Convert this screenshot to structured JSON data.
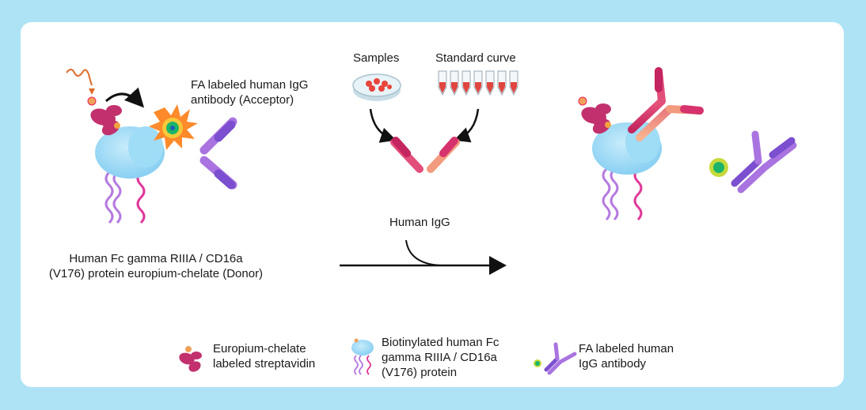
{
  "labels": {
    "acceptor": "FA labeled human IgG\nantibody (Acceptor)",
    "samples": "Samples",
    "standard_curve": "Standard curve",
    "human_igg": "Human IgG",
    "donor": "Human Fc gamma RIIIA / CD16a\n(V176) protein europium-chelate (Donor)"
  },
  "legend": [
    {
      "icon": "europium-streptavidin-icon",
      "label": "Europium-chelate\nlabeled streptavidin"
    },
    {
      "icon": "biotinylated-protein-icon",
      "label": "Biotinylated human Fc\ngamma RIIIA / CD16a\n(V176) protein"
    },
    {
      "icon": "fa-antibody-icon",
      "label": "FA labeled human\nIgG antibody"
    }
  ],
  "colors": {
    "background": "#aee3f6",
    "card": "#ffffff",
    "protein_blue": "#8fd3f4",
    "streptavidin_magenta": "#c2306d",
    "antibody_purple": "#a974e0",
    "human_igg_pink": "#d6336e",
    "human_igg_peach": "#f3a07d",
    "fluor_orange": "#ff8a2a",
    "fluor_green": "#1ab56a"
  }
}
